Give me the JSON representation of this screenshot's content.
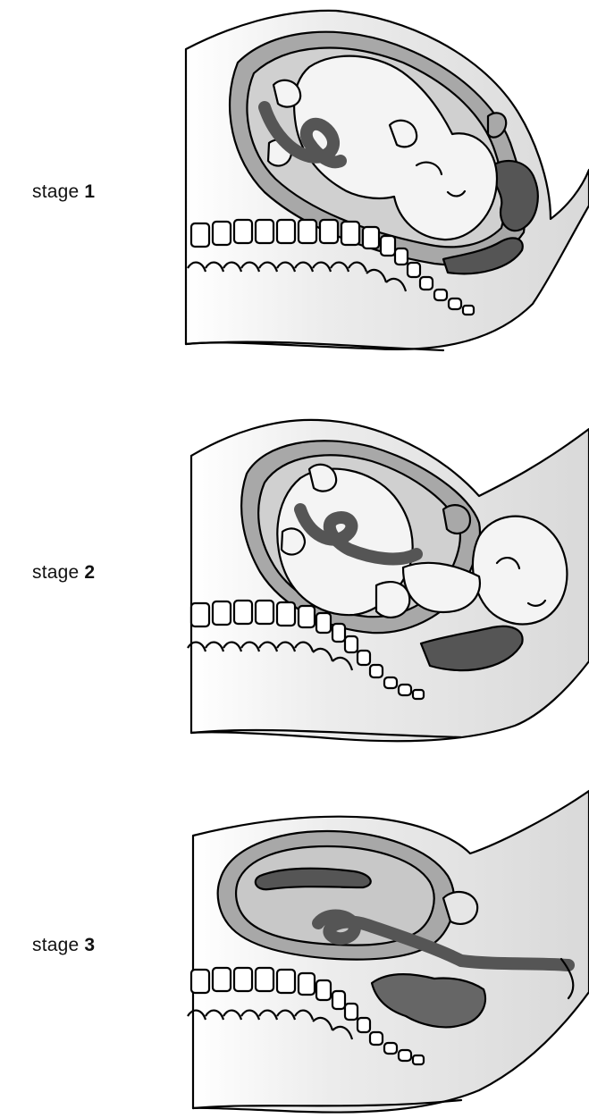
{
  "stages": [
    {
      "prefix": "stage",
      "number": "1"
    },
    {
      "prefix": "stage",
      "number": "2"
    },
    {
      "prefix": "stage",
      "number": "3"
    }
  ],
  "colors": {
    "outline": "#000000",
    "body_fill": "#e8e8e8",
    "uterus_wall": "#a8a8a8",
    "placenta_cord": "#555555",
    "baby_fill": "#f4f4f4",
    "background": "#ffffff"
  }
}
